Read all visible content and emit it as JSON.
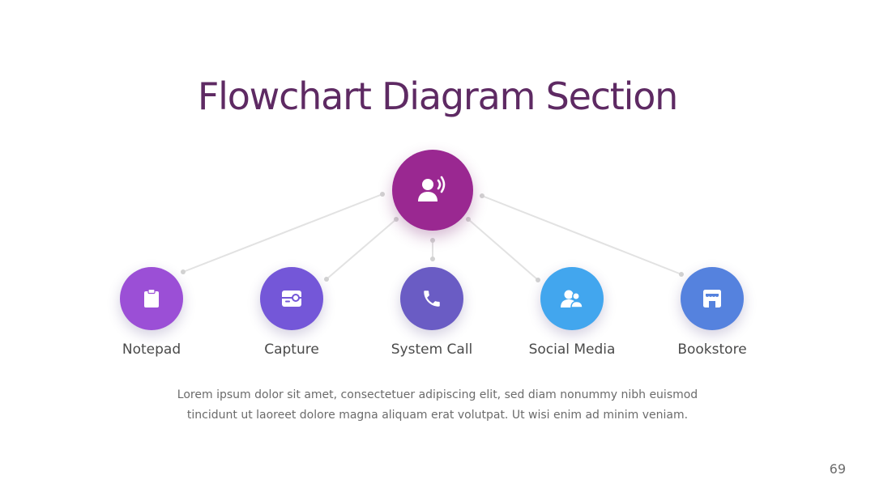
{
  "title": "Flowchart Diagram Section",
  "colors": {
    "title": "#5e2a63",
    "hub": "#9a2891",
    "connector": "#e2e2e2",
    "connector_dot": "#d2d2d2",
    "notepad": "#9b4fd6",
    "capture": "#7457d8",
    "system_call": "#6a5cc4",
    "social_media": "#42a6ee",
    "bookstore": "#5582de"
  },
  "hub": {
    "icon": "person-speaking-icon"
  },
  "nodes": [
    {
      "label": "Notepad",
      "icon": "clipboard-icon"
    },
    {
      "label": "Capture",
      "icon": "camera-capture-icon"
    },
    {
      "label": "System Call",
      "icon": "phone-icon"
    },
    {
      "label": "Social Media",
      "icon": "users-icon"
    },
    {
      "label": "Bookstore",
      "icon": "storefront-icon"
    }
  ],
  "body": "Lorem ipsum dolor sit amet, consectetuer adipiscing elit, sed diam nonummy nibh euismod tincidunt ut laoreet dolore magna aliquam erat volutpat. Ut wisi enim ad minim veniam.",
  "page_number": "69"
}
